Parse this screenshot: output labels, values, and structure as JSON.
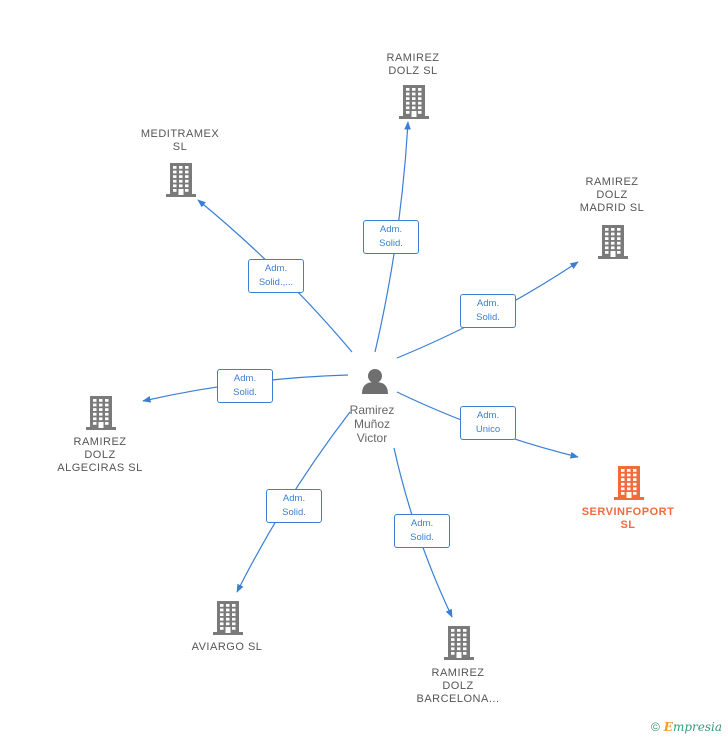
{
  "center": {
    "name": "Ramirez\nMuñoz\nVictor"
  },
  "nodes": [
    {
      "id": "ramirez-dolz-sl",
      "label": "RAMIREZ\nDOLZ SL",
      "edge": [
        "Adm.",
        "Solid."
      ],
      "highlight": false
    },
    {
      "id": "meditramex-sl",
      "label": "MEDITRAMEX\nSL",
      "edge": [
        "Adm.",
        "Solid.,..."
      ],
      "highlight": false
    },
    {
      "id": "ramirez-dolz-madrid-sl",
      "label": "RAMIREZ\nDOLZ\nMADRID  SL",
      "edge": [
        "Adm.",
        "Solid."
      ],
      "highlight": false
    },
    {
      "id": "ramirez-dolz-algeciras-sl",
      "label": "RAMIREZ\nDOLZ\nALGECIRAS  SL",
      "edge": [
        "Adm.",
        "Solid."
      ],
      "highlight": false
    },
    {
      "id": "servinfoport-sl",
      "label": "SERVINFOPORT\nSL",
      "edge": [
        "Adm.",
        "Unico"
      ],
      "highlight": true
    },
    {
      "id": "aviargo-sl",
      "label": "AVIARGO SL",
      "edge": [
        "Adm.",
        "Solid."
      ],
      "highlight": false
    },
    {
      "id": "ramirez-dolz-barcelona",
      "label": "RAMIREZ\nDOLZ\nBARCELONA...",
      "edge": [
        "Adm.",
        "Solid."
      ],
      "highlight": false
    }
  ],
  "footer": {
    "copyright": "©",
    "brand_initial": "E",
    "brand_rest": "mpresia"
  },
  "colors": {
    "edge": "#3a7fd5",
    "building": "#7a7a7a",
    "highlight": "#f26c3a",
    "person": "#6f6f6f"
  }
}
